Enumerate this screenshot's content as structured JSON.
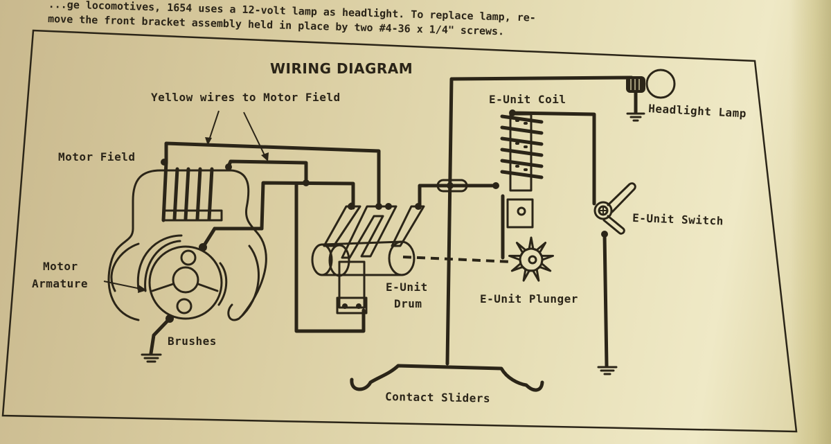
{
  "page": {
    "caption_lines": [
      "...ge locomotives, 1654 uses a 12-volt lamp as headlight. To replace lamp, re-",
      "move the front bracket assembly held in place by two #4-36 x 1/4\" screws."
    ]
  },
  "diagram": {
    "title": "WIRING DIAGRAM",
    "labels": {
      "yellow_wires": "Yellow wires to Motor Field",
      "motor_field": "Motor Field",
      "motor_armature_line1": "Motor",
      "motor_armature_line2": "Armature",
      "brushes": "Brushes",
      "e_unit_coil": "E-Unit Coil",
      "headlight_lamp": "Headlight Lamp",
      "e_unit_switch": "E-Unit Switch",
      "e_unit_drum_line1": "E-Unit",
      "e_unit_drum_line2": "Drum",
      "e_unit_plunger": "E-Unit Plunger",
      "contact_sliders": "Contact Sliders"
    },
    "components": [
      {
        "id": "motor-field",
        "name": "Motor Field"
      },
      {
        "id": "motor-armature",
        "name": "Motor Armature"
      },
      {
        "id": "brushes",
        "name": "Brushes"
      },
      {
        "id": "e-unit-drum",
        "name": "E-Unit Drum"
      },
      {
        "id": "e-unit-coil",
        "name": "E-Unit Coil"
      },
      {
        "id": "e-unit-plunger",
        "name": "E-Unit Plunger"
      },
      {
        "id": "e-unit-switch",
        "name": "E-Unit Switch"
      },
      {
        "id": "headlight-lamp",
        "name": "Headlight Lamp"
      },
      {
        "id": "contact-sliders",
        "name": "Contact Sliders"
      },
      {
        "id": "ground",
        "name": "Ground"
      }
    ],
    "colors": {
      "ink": "#2b2518",
      "paper": "#e3d9ad"
    }
  }
}
